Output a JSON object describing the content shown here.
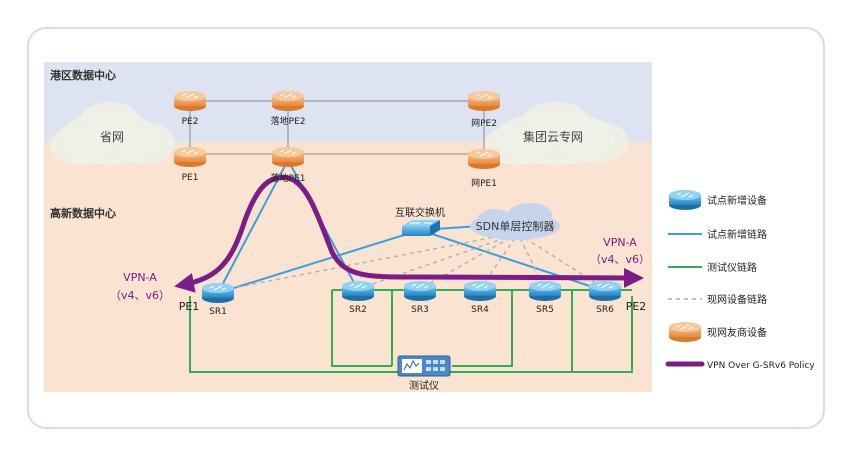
{
  "zones": {
    "top": "港区数据中心",
    "bottom": "高新数据中心"
  },
  "clouds": {
    "provincial": "省网",
    "group": "集团云专网",
    "sdn": "SDN单层控制器"
  },
  "nodes": {
    "pe_top_left": "PE2",
    "pe_bottom_left": "PE1",
    "landing_pe2": "落地PE2",
    "landing_pe1": "落地PE1",
    "net_pe2": "网PE2",
    "net_pe1": "网PE1",
    "switch": "互联交换机",
    "sr1": "SR1",
    "sr2": "SR2",
    "sr3": "SR3",
    "sr4": "SR4",
    "sr5": "SR5",
    "sr6": "SR6",
    "edge_left": "PE1",
    "edge_right": "PE2",
    "tester": "测试仪"
  },
  "vpn_left": {
    "name": "VPN-A",
    "af": "（v4、v6）"
  },
  "vpn_right": {
    "name": "VPN-A",
    "af": "（v4、v6）"
  },
  "legend": [
    {
      "icon": "router-blue",
      "label": "试点新增设备"
    },
    {
      "icon": "line-blue",
      "label": "试点新增链路"
    },
    {
      "icon": "line-green",
      "label": "测试仪链路"
    },
    {
      "icon": "line-gray-dashed",
      "label": "现网设备链路"
    },
    {
      "icon": "router-orange",
      "label": "现网友商设备"
    },
    {
      "icon": "line-purple-thick",
      "label": "VPN Over G-SRv6 Policy"
    }
  ],
  "colors": {
    "top_zone": "#dde3f1",
    "bottom_zone": "#fae3d0",
    "blue_link": "#3aa0dc",
    "green_link": "#2fae54",
    "purple_vpn": "#7c1c86",
    "orange_device": "#f2a25f",
    "blue_device": "#3a9fd8"
  }
}
